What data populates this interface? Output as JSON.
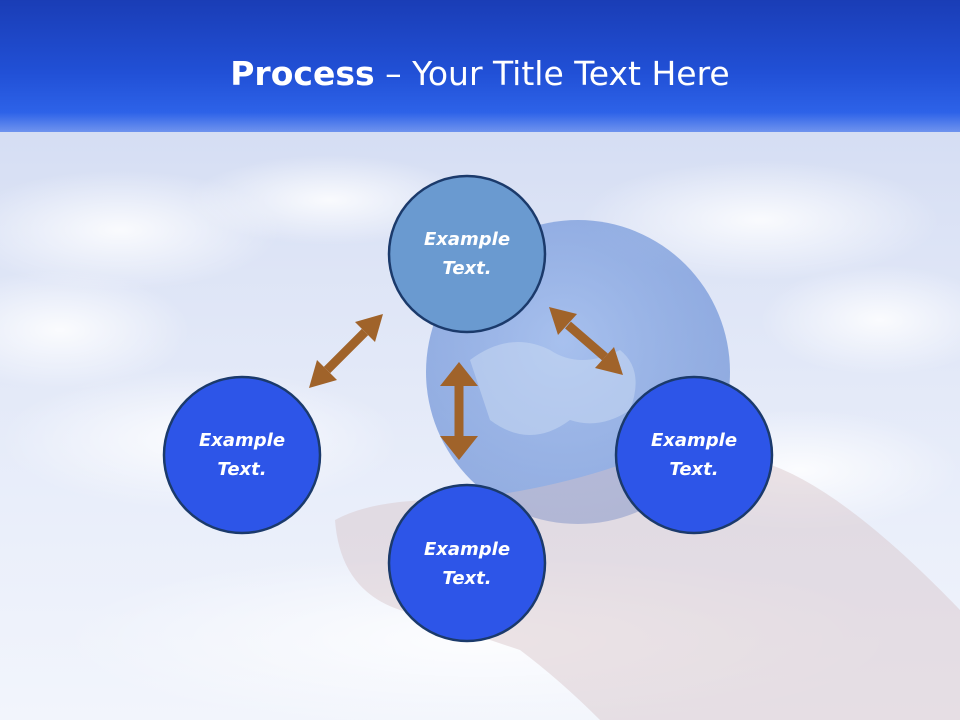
{
  "title": {
    "bold": "Process",
    "rest": " – Your Title Text Here"
  },
  "colors": {
    "header": "#2150d6",
    "node_top": "#6a9ad0",
    "node": "#2d55e8",
    "node_stroke": "#1b3a6b",
    "arrow": "#a0632a"
  },
  "nodes": [
    {
      "id": "top",
      "line1": "Example",
      "line2": "Text."
    },
    {
      "id": "left",
      "line1": "Example",
      "line2": "Text."
    },
    {
      "id": "right",
      "line1": "Example",
      "line2": "Text."
    },
    {
      "id": "bottom",
      "line1": "Example",
      "line2": "Text."
    }
  ],
  "arrows": [
    {
      "from": "top",
      "to": "left",
      "direction": "bidirectional"
    },
    {
      "from": "top",
      "to": "right",
      "direction": "bidirectional"
    },
    {
      "from": "top",
      "to": "bottom",
      "direction": "bidirectional"
    }
  ]
}
